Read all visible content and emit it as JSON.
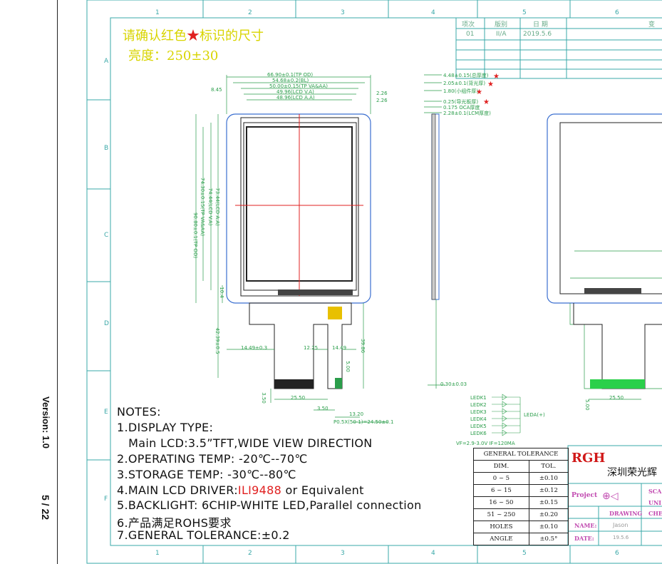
{
  "sidebar": {
    "version": "Version: 1.0",
    "page": "5 / 22"
  },
  "frame": {
    "col_numbers": [
      "1",
      "2",
      "3",
      "4",
      "5",
      "6"
    ],
    "row_letters": [
      "A",
      "B",
      "C",
      "D",
      "E",
      "F"
    ]
  },
  "header_notes": {
    "line1": "请确认红色",
    "star": "★",
    "line1_end": "标识的尺寸",
    "line2": "亮度：250±30"
  },
  "revision": {
    "headers": [
      "项次",
      "版别",
      "日 期",
      "变"
    ],
    "row": [
      "01",
      "II/A",
      "2019.5.6"
    ]
  },
  "front_dims": {
    "tp_od": "66.90±0.1(TP OD)",
    "bl": "54.68±0.2(BL)",
    "tp_vaa": "50.00±0.15(TP VA&AA)",
    "lcd_va": "49.96(LCD V.A)",
    "lcd_aa": "48.96(LCD A.A)",
    "left_845": "8.45",
    "right_226a": "2.26",
    "right_226b": "2.26",
    "v_tp_od": "90.80±0.1(TP OD)",
    "v_tp_vaa": "74.30±0.15(TP VA&AA)",
    "v_lcd_va": "74.44(LCD V.A)",
    "v_lcd_aa": "73.44(LCD A.A)",
    "v_104": "10.4",
    "v_4239": "42.39±0.5",
    "d_1449a": "14.49±0.3",
    "d_1225": "12.25",
    "d_1449b": "14.49",
    "d_3986": "39.86",
    "d_500": "5.00",
    "d_350": "3.50",
    "d_2550": "25.50",
    "d_350b": "3.50",
    "d_1320": "13.20",
    "d_pitch": "P0.5X(50-1)=24.50±0.1"
  },
  "side_dims": {
    "items": [
      "4.48±0.15(总厚度)",
      "2.05±0.1(背光厚)",
      "1.80(小组件厚)",
      "0.25(导光板厚)",
      "0.175 OCA厚度",
      "2.28±0.1(LCM厚度)"
    ],
    "bottom": "0.30±0.03",
    "leds": [
      "LEDK1",
      "LEDK2",
      "LEDK3",
      "LEDK4",
      "LEDK5",
      "LEDK6"
    ],
    "leda": "LEDA(+)",
    "vf": "VF=2.9-3.0V  IF=120MA"
  },
  "right_view": {
    "d_2550": "25.50",
    "d_500": "5.00"
  },
  "notes": {
    "title": "NOTES:",
    "items": [
      "1.DISPLAY TYPE:",
      "   Main LCD:3.5”TFT,WIDE VIEW DIRECTION",
      "2.OPERATING TEMP: -20℃--70℃",
      "3.STORAGE TEMP: -30℃--80℃",
      "4.MAIN LCD DRIVER:",
      "5.BACKLIGHT: 6CHIP-WHITE LED,Parallel connection",
      "6.产品满足ROHS要求",
      "7.GENERAL TOLERANCE:±0.2"
    ],
    "driver_red": "ILI9488",
    "driver_tail": " or Equivalent"
  },
  "tolerance": {
    "title": "GENERAL TOLERANCE",
    "headers": [
      "DIM.",
      "TOL."
    ],
    "rows": [
      [
        "0  ~  5",
        "±0.10"
      ],
      [
        "6  ~  15",
        "±0.12"
      ],
      [
        "16  ~  50",
        "±0.15"
      ],
      [
        "51  ~  250",
        "±0.20"
      ],
      [
        "HOLES",
        "±0.10"
      ],
      [
        "ANGLE",
        "±0.5°"
      ]
    ]
  },
  "titleblock": {
    "logo": "RGH",
    "company": "深圳荣光辉",
    "project": "Project",
    "drawing": "DRAWING",
    "name": "NAME:",
    "name_val": "Jason",
    "date": "DATE:",
    "date_val": "19.5.6",
    "sca": "SCA",
    "uni": "UNI",
    "che": "CHE"
  },
  "colors": {
    "frame": "#3aa8a8",
    "dim": "#2a9d4a",
    "red": "#e02020",
    "yellow": "#d8d400",
    "blue_outline": "#3b6fd0"
  }
}
